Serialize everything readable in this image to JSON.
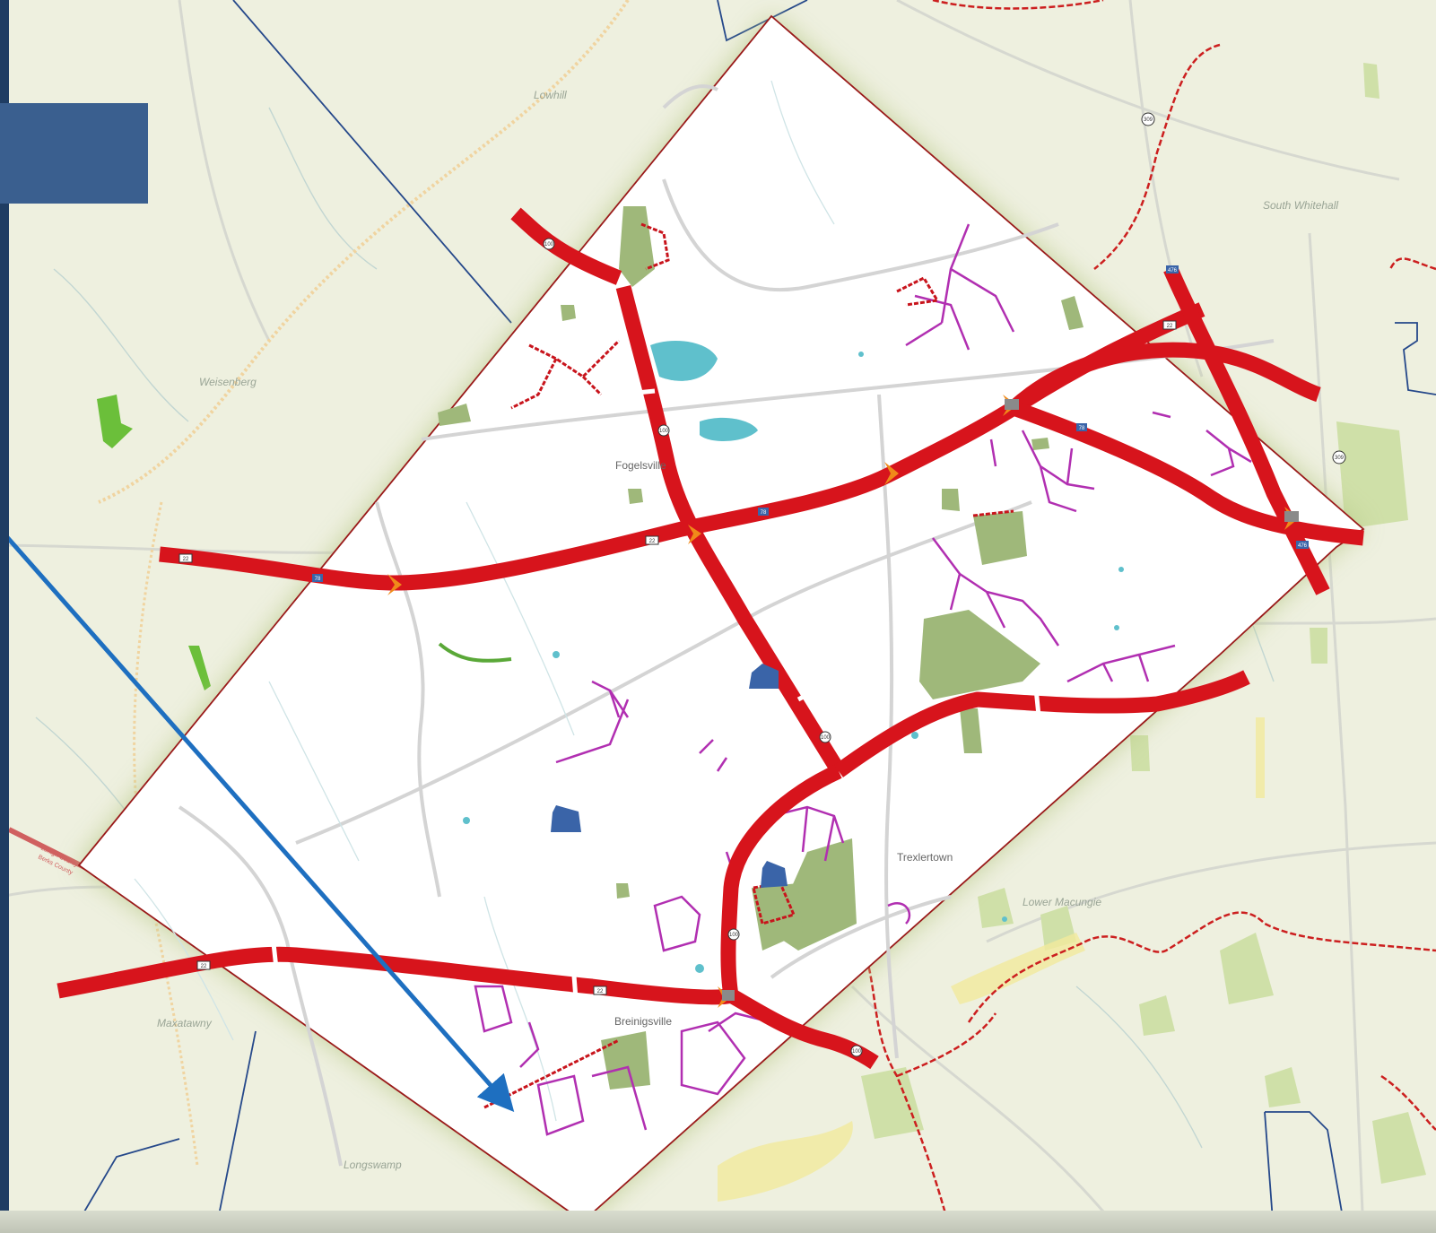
{
  "map": {
    "region_labels": [
      {
        "id": "lowhill",
        "text": "Lowhill"
      },
      {
        "id": "weisenberg",
        "text": "Weisenberg"
      },
      {
        "id": "south-whitehall",
        "text": "South Whitehall"
      },
      {
        "id": "maxatawny",
        "text": "Maxatawny"
      },
      {
        "id": "longswamp",
        "text": "Longswamp"
      },
      {
        "id": "lower-macungie",
        "text": "Lower Macungie"
      }
    ],
    "place_labels": [
      {
        "id": "fogelsville",
        "text": "Fogelsville"
      },
      {
        "id": "trexlertown",
        "text": "Trexlertown"
      },
      {
        "id": "breinigsville",
        "text": "Breinigsville"
      }
    ],
    "county_labels": {
      "upper": "Lehigh County",
      "lower": "Berks County"
    },
    "route_shields": [
      "100",
      "22",
      "78",
      "476",
      "309"
    ],
    "colors": {
      "background": "#eef0df",
      "study_area": "#ffffff",
      "highway": "#d7141c",
      "subdivision_roads": "#b12fb1",
      "township_boundary": "#25488a",
      "county_boundary": "#cc1f1f",
      "parks": "#9fb87a",
      "water": "#5fc0cc",
      "arrow": "#1e6fc0",
      "title_box": "#3a5f8f",
      "left_bar": "#1f3d63"
    },
    "icons": [
      "school-icon",
      "school-icon",
      "school-icon",
      "interchange-icon"
    ]
  }
}
